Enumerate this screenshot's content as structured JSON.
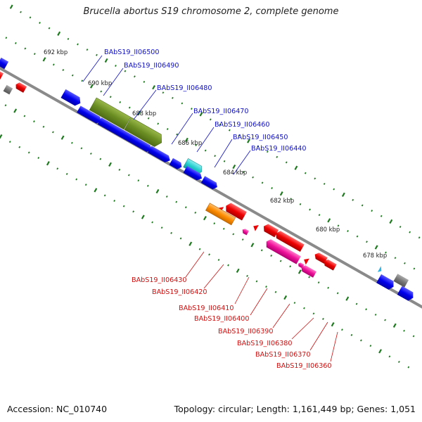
{
  "title": "Brucella abortus S19 chromosome 2, complete genome",
  "footer": {
    "accession": "Accession: NC_010740",
    "summary": "Topology: circular; Length: 1,161,449 bp; Genes: 1,051"
  },
  "colors": {
    "forward_label": "#1010c8",
    "reverse_label": "#d01010",
    "backbone": "#888888",
    "tick": "#1e7a1e",
    "blue": "#0000ee",
    "olive": "#6b8e23",
    "cyan": "#22cccc",
    "red": "#ee0000",
    "orange": "#ff8c00",
    "magenta": "#ee1199",
    "gray": "#777777"
  },
  "scale_labels": [
    "692 kbp",
    "690 kbp",
    "688 kbp",
    "686 kbp",
    "684 kbp",
    "682 kbp",
    "680 kbp",
    "678 kbp"
  ],
  "forward_genes": [
    "BAbS19_II06500",
    "BAbS19_II06490",
    "BAbS19_II06480",
    "BAbS19_II06470",
    "BAbS19_II06460",
    "BAbS19_II06450",
    "BAbS19_II06440"
  ],
  "reverse_genes": [
    "BAbS19_II06430",
    "BAbS19_II06420",
    "BAbS19_II06410",
    "BAbS19_II06400",
    "BAbS19_II06390",
    "BAbS19_II06380",
    "BAbS19_II06370",
    "BAbS19_II06360"
  ]
}
